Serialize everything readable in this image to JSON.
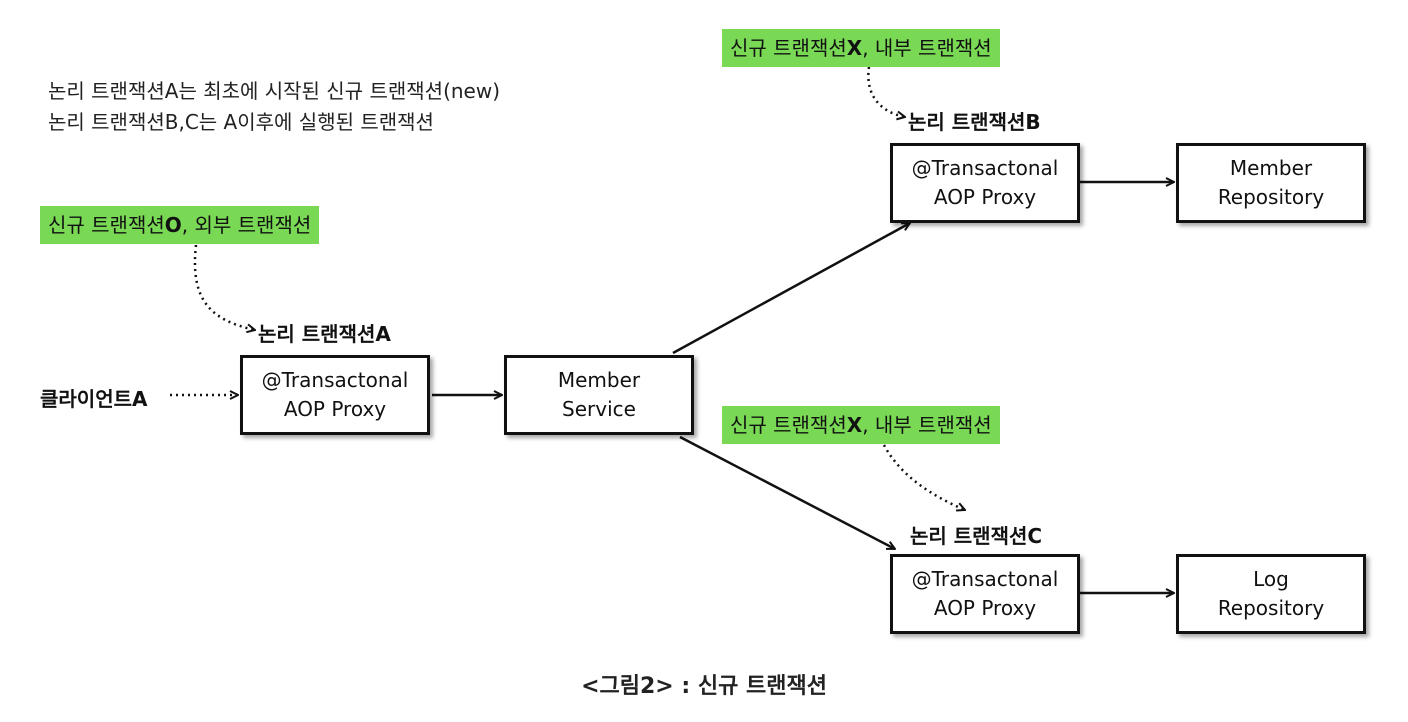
{
  "notes": {
    "line1": "논리 트랜잭션A는 최초에 시작된 신규 트랜잭션(new)",
    "line2": "논리 트랜잭션B,C는 A이후에 실행된 트랜잭션"
  },
  "highlights": {
    "outer": {
      "pre": "신규 트랜잭션",
      "bold": "O",
      "post": ", 외부 트랜잭션"
    },
    "inner_b": {
      "pre": "신규 트랜잭션",
      "bold": "X",
      "post": ", 내부 트랜잭션"
    },
    "inner_c": {
      "pre": "신규 트랜잭션",
      "bold": "X",
      "post": ", 내부 트랜잭션"
    }
  },
  "labels": {
    "logical_a": "논리 트랜잭션A",
    "logical_b": "논리 트랜잭션B",
    "logical_c": "논리 트랜잭션C",
    "client": "클라이언트A"
  },
  "boxes": {
    "proxy_a": {
      "line1": "@Transactonal",
      "line2": "AOP Proxy"
    },
    "member_service": {
      "line1": "Member",
      "line2": "Service"
    },
    "proxy_b": {
      "line1": "@Transactonal",
      "line2": "AOP Proxy"
    },
    "member_repository": {
      "line1": "Member",
      "line2": "Repository"
    },
    "proxy_c": {
      "line1": "@Transactonal",
      "line2": "AOP Proxy"
    },
    "log_repository": {
      "line1": "Log",
      "line2": "Repository"
    }
  },
  "caption": "<그림2> : 신규 트랜잭션",
  "colors": {
    "highlight": "#79d955",
    "stroke": "#111111"
  }
}
